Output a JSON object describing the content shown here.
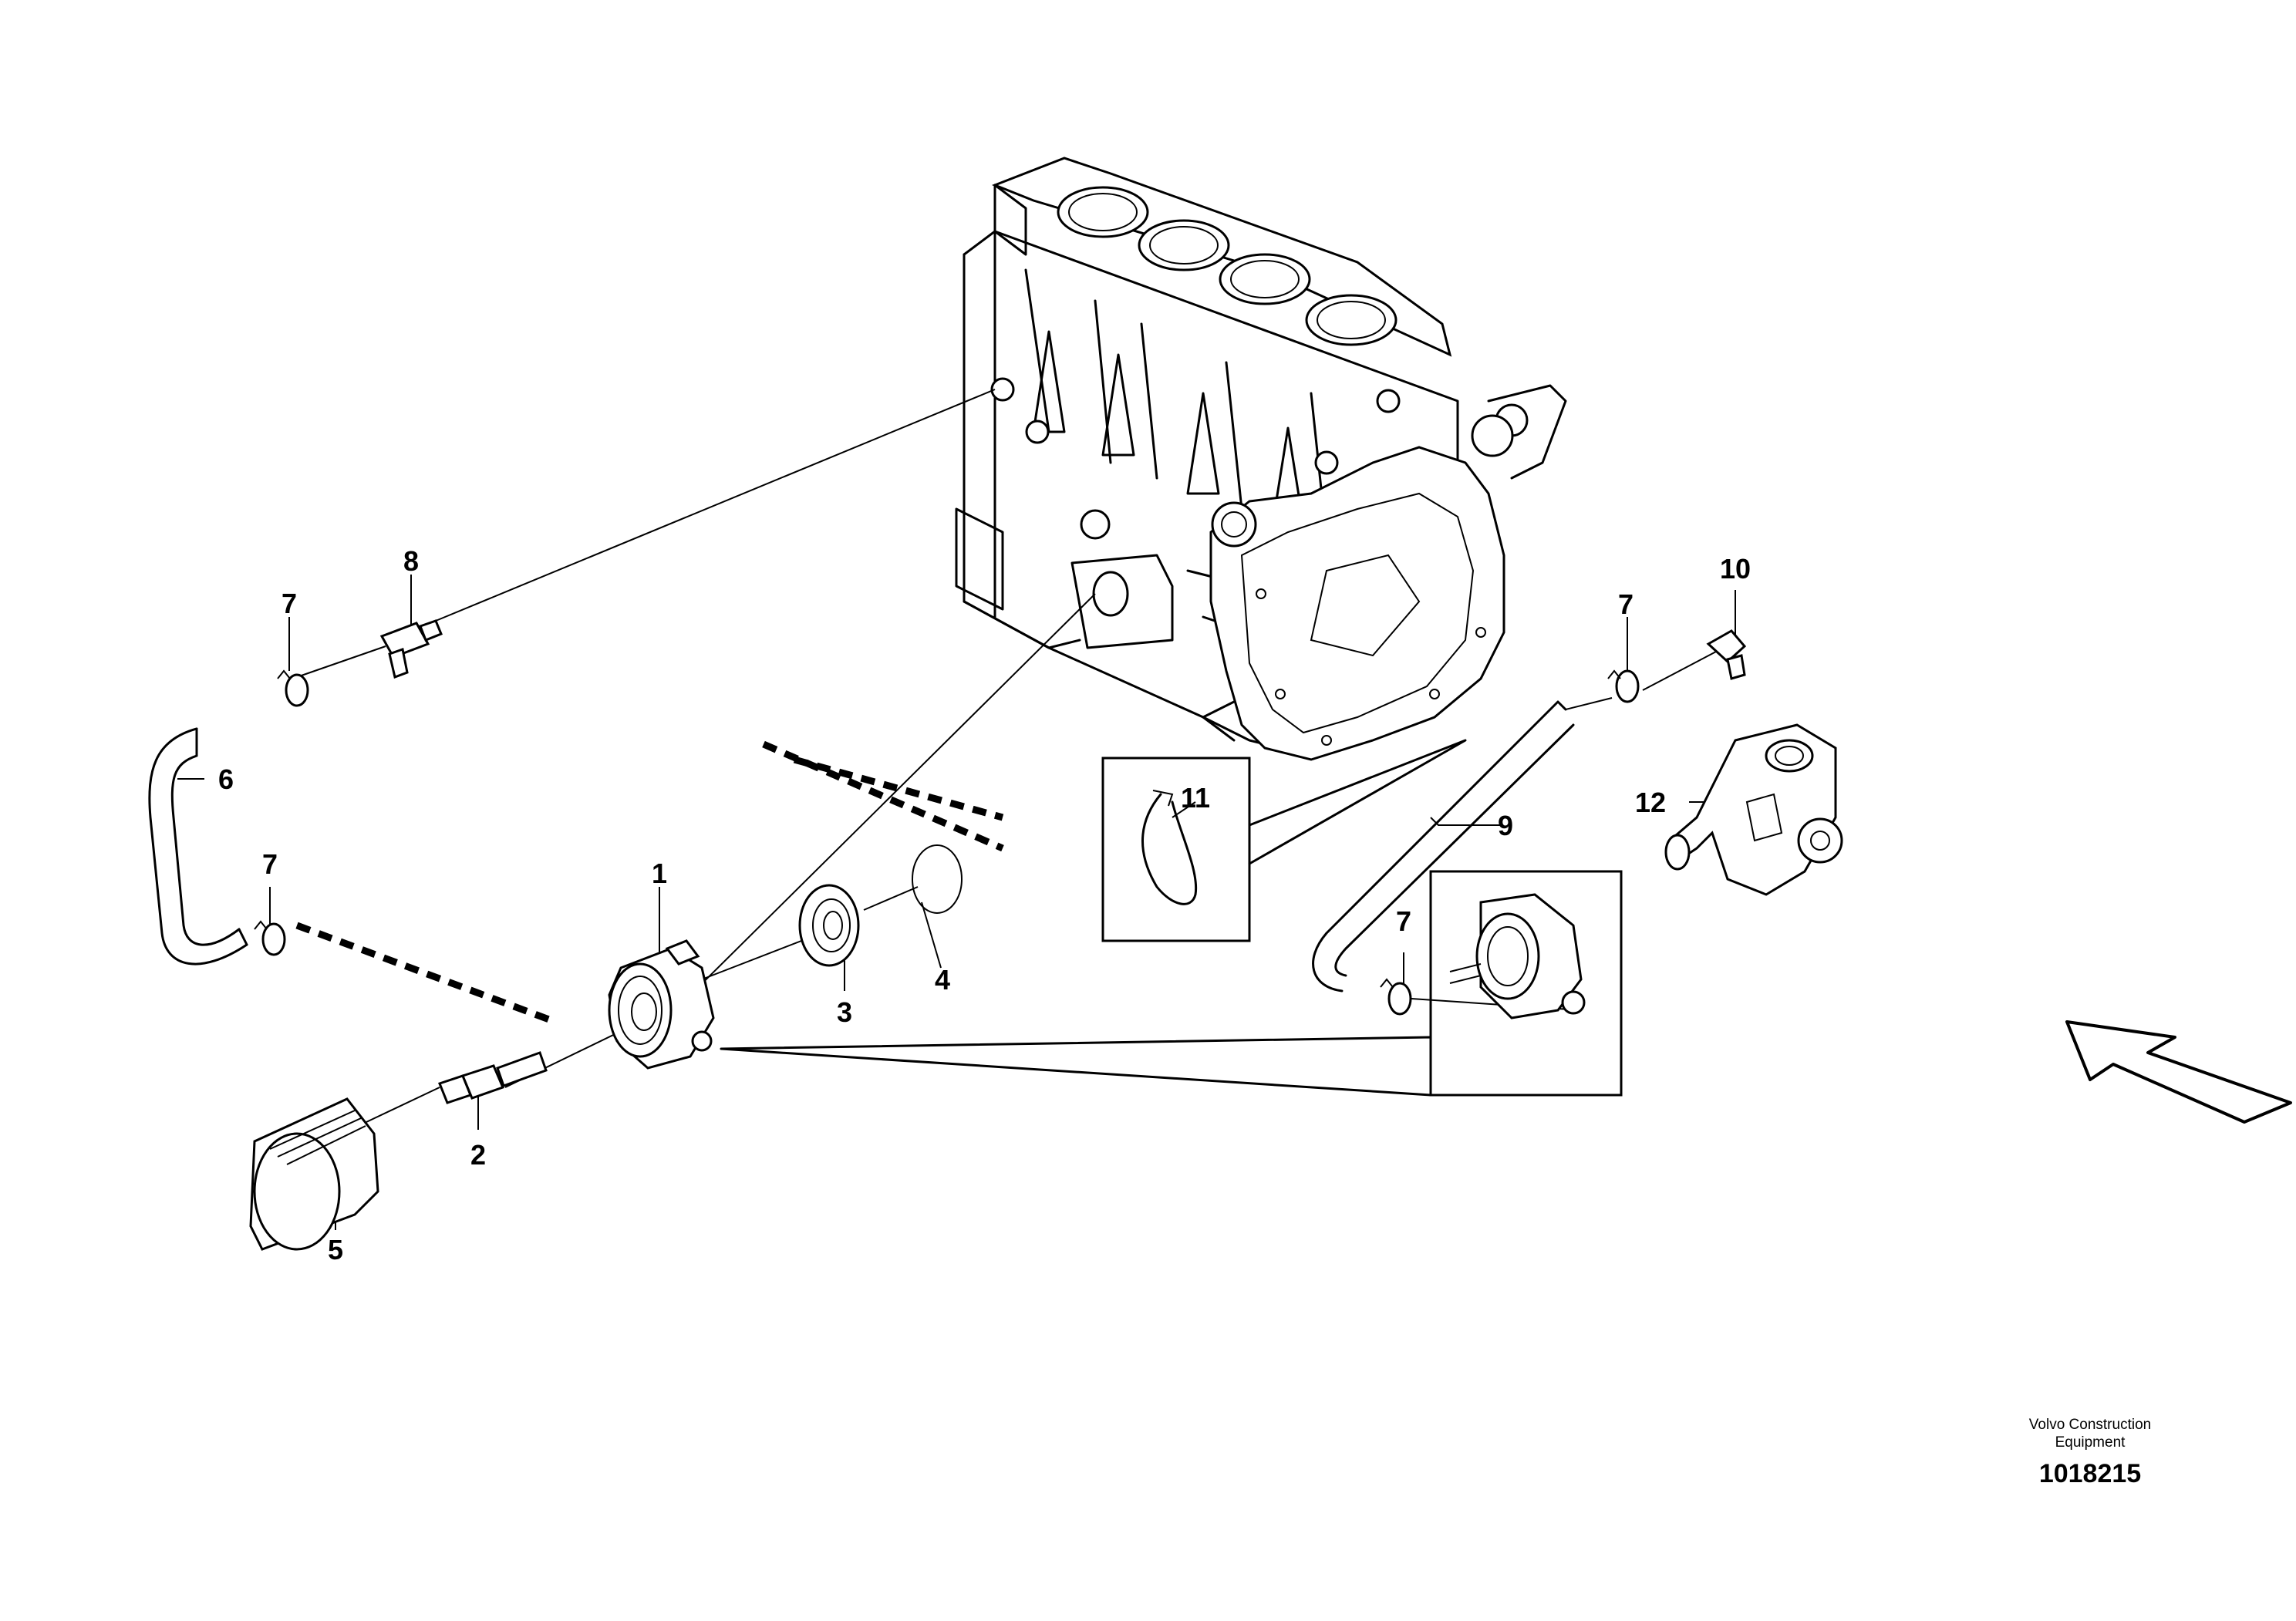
{
  "callouts": {
    "c1": "1",
    "c2": "2",
    "c3": "3",
    "c4": "4",
    "c5": "5",
    "c6": "6",
    "c7a": "7",
    "c7b": "7",
    "c7c": "7",
    "c7d": "7",
    "c8": "8",
    "c9": "9",
    "c10": "10",
    "c11": "11",
    "c12": "12"
  },
  "footer": {
    "maker_line1": "Volvo Construction",
    "maker_line2": "Equipment",
    "doc_number": "1018215"
  }
}
